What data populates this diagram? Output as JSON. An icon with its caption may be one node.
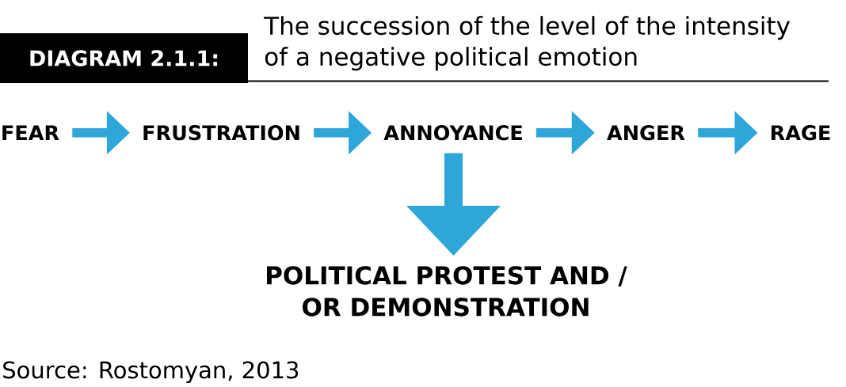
{
  "diagram": {
    "title": "The succession of the level of the intensity of a negative political emotion",
    "caption": "Source: Rostomyan, 2013",
    "nodes": [
      {
        "text": [
          "DIAGRAM 2.1.1:"
        ]
      },
      {
        "text": [
          "FEAR"
        ]
      },
      {
        "text": [
          "FRUSTRATION"
        ]
      },
      {
        "text": [
          "ANNOYANCE"
        ]
      },
      {
        "text": [
          "ANGER"
        ]
      },
      {
        "text": [
          "RAGE"
        ]
      },
      {
        "text": [
          "POLITICAL PROTEST AND / OR DEMONSTRATION"
        ]
      }
    ],
    "edges": [
      {
        "from": 1,
        "to": 2,
        "arrow": "to"
      },
      {
        "from": 2,
        "to": 3,
        "arrow": "to"
      },
      {
        "from": 3,
        "to": 4,
        "arrow": "to"
      },
      {
        "from": 4,
        "to": 5,
        "arrow": "to"
      },
      {
        "from": 3,
        "to": 6,
        "arrow": "to",
        "style": "thick"
      }
    ]
  }
}
